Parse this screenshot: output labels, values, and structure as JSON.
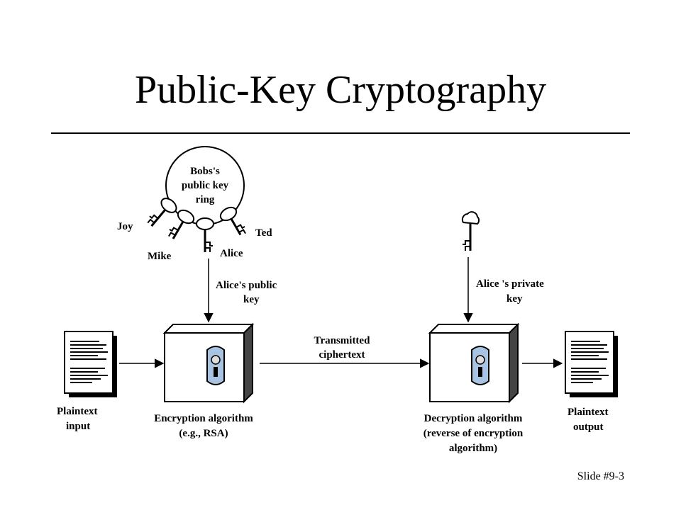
{
  "slide": {
    "title": "Public-Key Cryptography",
    "footer": "Slide #9-3"
  },
  "diagram": {
    "key_ring": {
      "label_lines": [
        "Bobs's",
        "public key",
        "ring"
      ],
      "key_owners": [
        "Joy",
        "Mike",
        "Alice",
        "Ted"
      ]
    },
    "public_key_label_lines": [
      "Alice's public",
      "key"
    ],
    "private_key_label_lines": [
      "Alice 's private",
      "key"
    ],
    "transmit_label_lines": [
      "Transmitted",
      "ciphertext"
    ],
    "plaintext_input_lines": [
      "Plaintext",
      "input"
    ],
    "plaintext_output_lines": [
      "Plaintext",
      "output"
    ],
    "encryption_lines": [
      "Encryption algorithm",
      "(e.g., RSA)"
    ],
    "decryption_lines": [
      "Decryption algorithm",
      "(reverse of encryption",
      "algorithm)"
    ],
    "lock_color": "#a9c4e2"
  }
}
